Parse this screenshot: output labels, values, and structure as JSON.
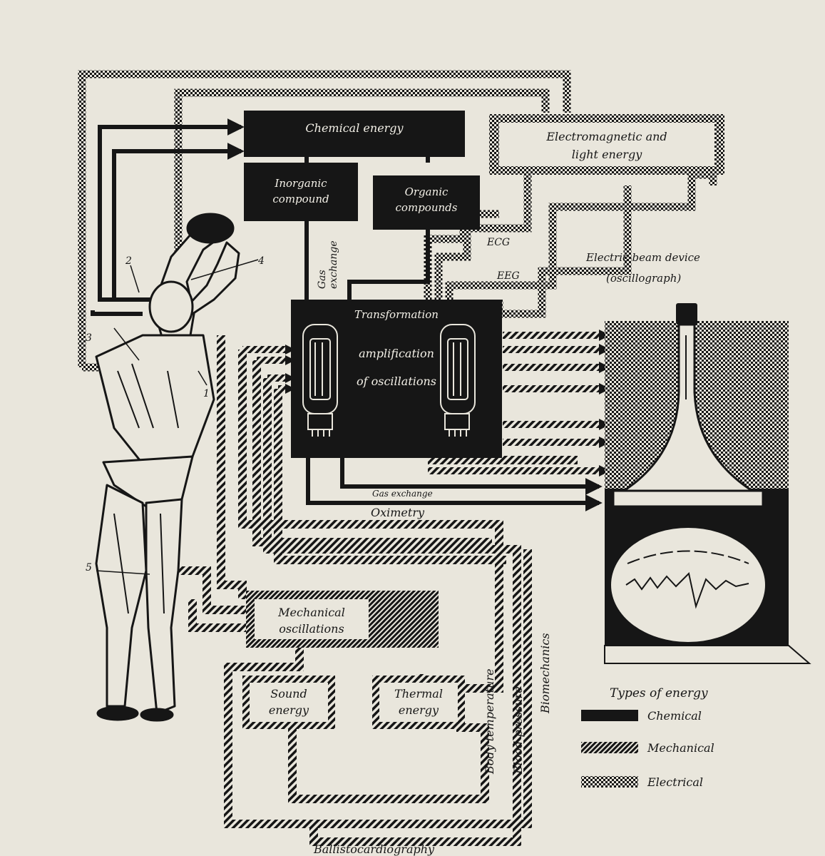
{
  "boxes": {
    "chemical": "Chemical energy",
    "electromagnetic_line1": "Electromagnetic and",
    "electromagnetic_line2": "light energy",
    "inorganic_line1": "Inorganic",
    "inorganic_line2": "compound",
    "organic_line1": "Organic",
    "organic_line2": "compounds",
    "transformation_line1": "Transformation",
    "transformation_line2": "amplification",
    "transformation_line3": "of oscillations",
    "mechanical_line1": "Mechanical",
    "mechanical_line2": "oscillations",
    "sound_line1": "Sound",
    "sound_line2": "energy",
    "thermal_line1": "Thermal",
    "thermal_line2": "energy"
  },
  "labels": {
    "gas_exchange_vertical_1": "Gas",
    "gas_exchange_vertical_2": "exchange",
    "ecg": "ECG",
    "eeg": "EEG",
    "device_line1": "Electric-beam device",
    "device_line2": "(oscillograph)",
    "gas_exchange": "Gas exchange",
    "oximetry": "Oximetry",
    "body_temperature": "Body temperature",
    "blood_pressure": "Blood pressure",
    "biomechanics": "Biomechanics",
    "ballistocardiography": "Ballistocardiography"
  },
  "figure_markers": [
    "1",
    "2",
    "3",
    "4",
    "5"
  ],
  "legend": {
    "title": "Types of energy",
    "items": [
      {
        "label": "Chemical",
        "pattern": "solid"
      },
      {
        "label": "Mechanical",
        "pattern": "hatched"
      },
      {
        "label": "Electrical",
        "pattern": "checkered"
      }
    ]
  },
  "colors": {
    "paper": "#e9e6dc",
    "ink": "#161616"
  }
}
